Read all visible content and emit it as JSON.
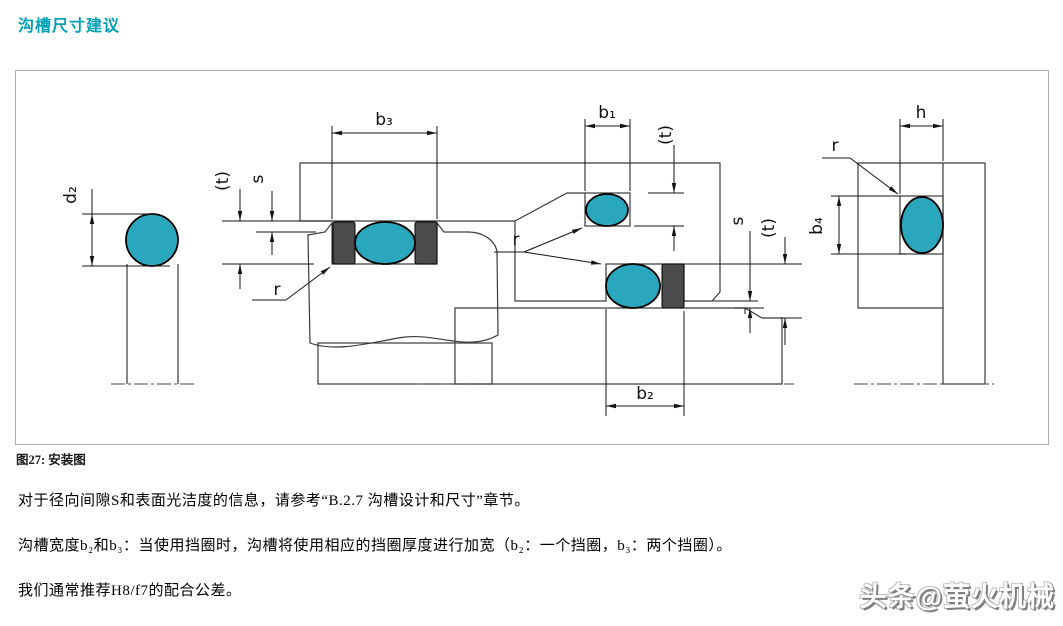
{
  "header": {
    "title": "沟槽尺寸建议"
  },
  "figure": {
    "caption": "图27: 安装图",
    "labels": {
      "d2": "d₂",
      "b3": "b₃",
      "b1": "b₁",
      "b2": "b₂",
      "b4": "b₄",
      "h": "h",
      "r": "r",
      "s": "s",
      "t": "(t)"
    }
  },
  "body": {
    "paragraphs": [
      "对于径向间隙S和表面光洁度的信息，请参考“B.2.7 沟槽设计和尺寸”章节。",
      "沟槽宽度b₂和b₃：当使用挡圈时，沟槽将使用相应的挡圈厚度进行加宽（b₂：一个挡圈，b₃：两个挡圈）。",
      "我们通常推荐H8/f7的配合公差。"
    ]
  },
  "watermark": {
    "text": "头条@萤火机械"
  },
  "colors": {
    "accent": "#00a0b5",
    "oring": "#2aa7bd",
    "backup": "#4b4b4b"
  }
}
